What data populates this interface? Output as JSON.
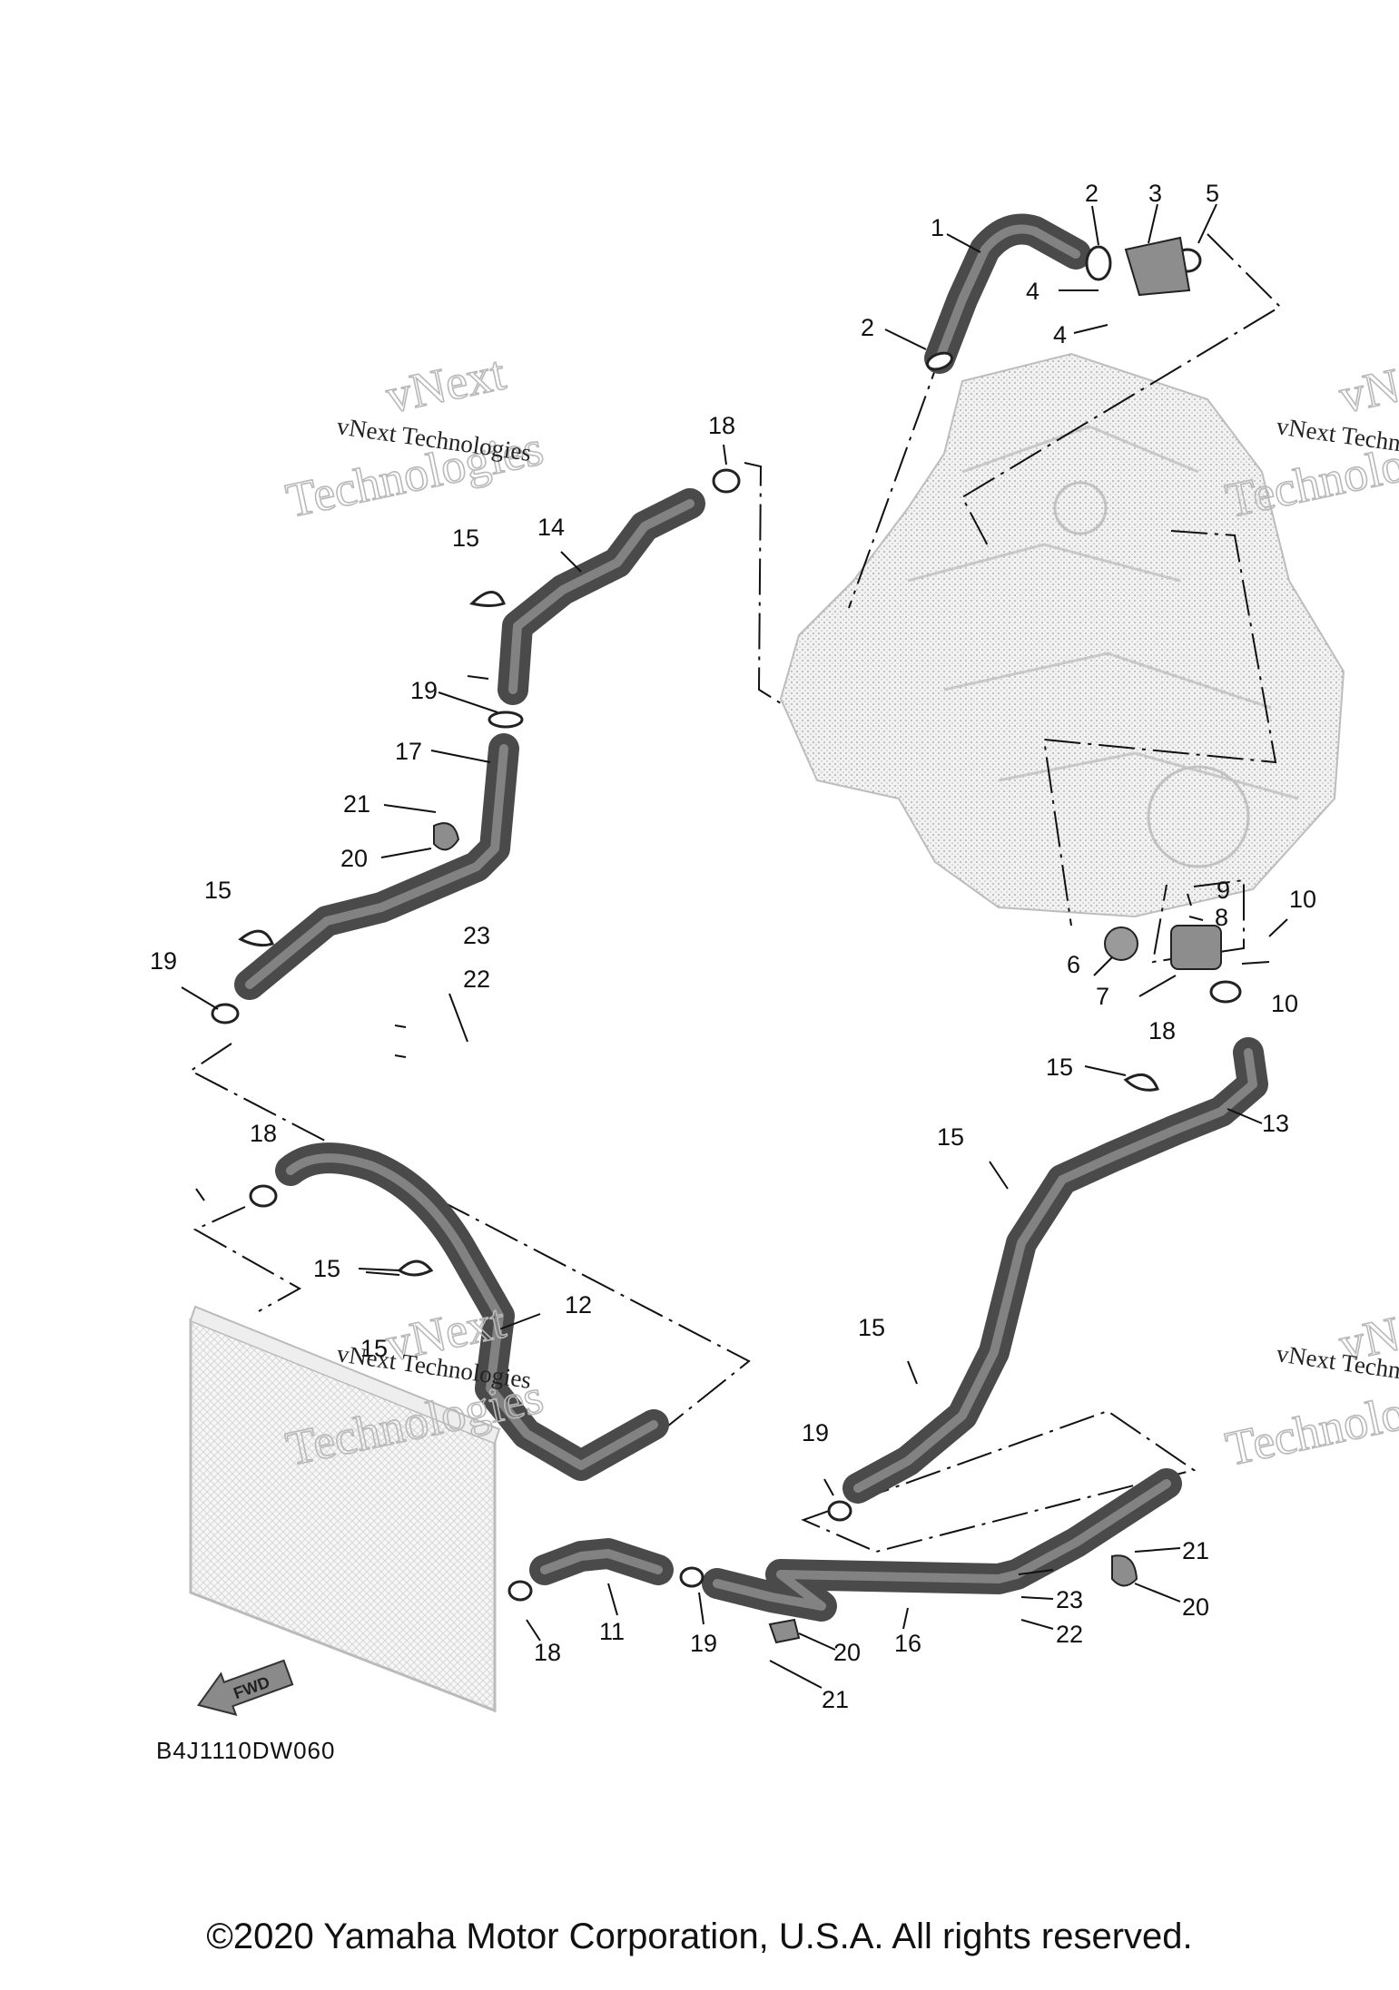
{
  "diagram": {
    "code": "B4J1110DW060",
    "copyright": "©2020 Yamaha Motor Corporation, U.S.A. All rights reserved.",
    "fwd_arrow_label": "FWD",
    "watermark": {
      "line1": "vNext Technologies",
      "ghost_top": "vNext",
      "ghost_bottom": "Technologies"
    },
    "callouts": [
      "1",
      "2",
      "3",
      "4",
      "5",
      "6",
      "7",
      "8",
      "9",
      "10",
      "11",
      "12",
      "13",
      "14",
      "15",
      "16",
      "17",
      "18",
      "19",
      "20",
      "21",
      "22",
      "23"
    ]
  }
}
